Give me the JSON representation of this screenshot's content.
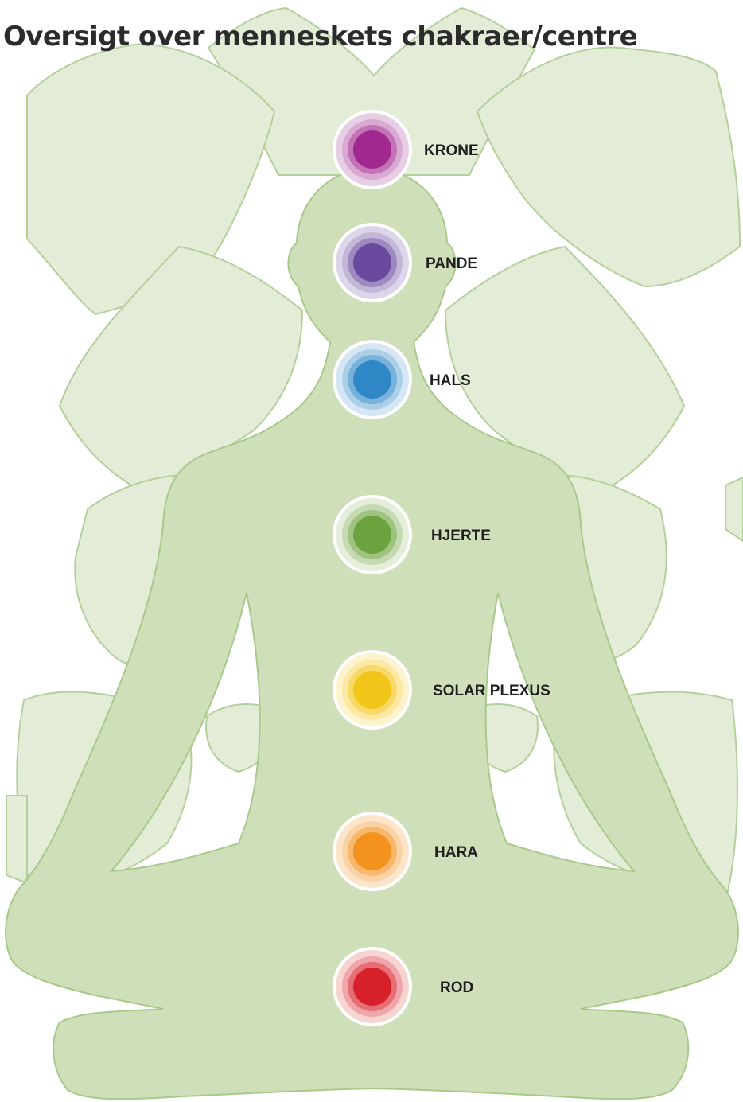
{
  "title": "Oversigt over menneskets chakraer/centre",
  "colors": {
    "lotus_fill": "#e3ecd6",
    "lotus_stroke": "#b5cf9b",
    "figure_fill": "#cfdfb9",
    "figure_stroke": "#a9c98a"
  },
  "chakras": [
    {
      "label": "KRONE",
      "color": "#a0288f",
      "halo": "#e6cfe4"
    },
    {
      "label": "PANDE",
      "color": "#6a4a9e",
      "halo": "#ddd6ea"
    },
    {
      "label": "HALS",
      "color": "#2f87c6",
      "halo": "#d7e6f4"
    },
    {
      "label": "HJERTE",
      "color": "#6da33f",
      "halo": "#e4eedb"
    },
    {
      "label": "SOLAR PLEXUS",
      "color": "#f2c51a",
      "halo": "#fdf3cf"
    },
    {
      "label": "HARA",
      "color": "#f3921f",
      "halo": "#fde5cc"
    },
    {
      "label": "ROD",
      "color": "#d8202b",
      "halo": "#f6d4cf"
    }
  ]
}
